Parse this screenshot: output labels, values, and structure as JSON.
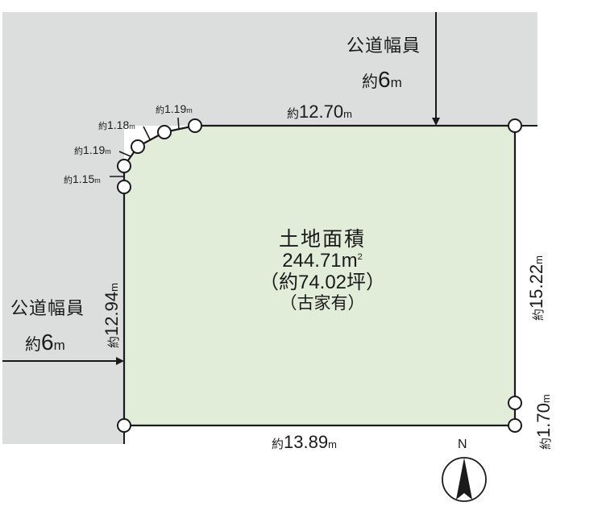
{
  "colors": {
    "road": "#dcdddd",
    "lot": "#e1edd8",
    "line": "#1a1a1a",
    "background": "#ffffff"
  },
  "lot": {
    "title": "土地面積",
    "area_value": "244.71",
    "area_unit": "m",
    "area_sup": "2",
    "tsubo": "（約74.02坪）",
    "note": "（古家有）"
  },
  "roads": [
    {
      "id": "north",
      "title": "公道幅員",
      "prefix": "約",
      "value": "6",
      "unit": "m"
    },
    {
      "id": "west",
      "title": "公道幅員",
      "prefix": "約",
      "value": "6",
      "unit": "m"
    }
  ],
  "dimensions": {
    "north": {
      "prefix": "約",
      "value": "12.70",
      "unit": "m"
    },
    "east": {
      "prefix": "約",
      "value": "15.22",
      "unit": "m"
    },
    "east_short": {
      "prefix": "約",
      "value": "1.70",
      "unit": "m"
    },
    "south": {
      "prefix": "約",
      "value": "13.89",
      "unit": "m"
    },
    "west": {
      "prefix": "約",
      "value": "12.94",
      "unit": "m"
    },
    "corner_cut": [
      {
        "prefix": "約",
        "value": "1.19",
        "unit": "m"
      },
      {
        "prefix": "約",
        "value": "1.18",
        "unit": "m"
      },
      {
        "prefix": "約",
        "value": "1.19",
        "unit": "m"
      },
      {
        "prefix": "約",
        "value": "1.15",
        "unit": "m"
      }
    ]
  },
  "compass": {
    "label": "N",
    "icon": "north-arrow-icon"
  }
}
